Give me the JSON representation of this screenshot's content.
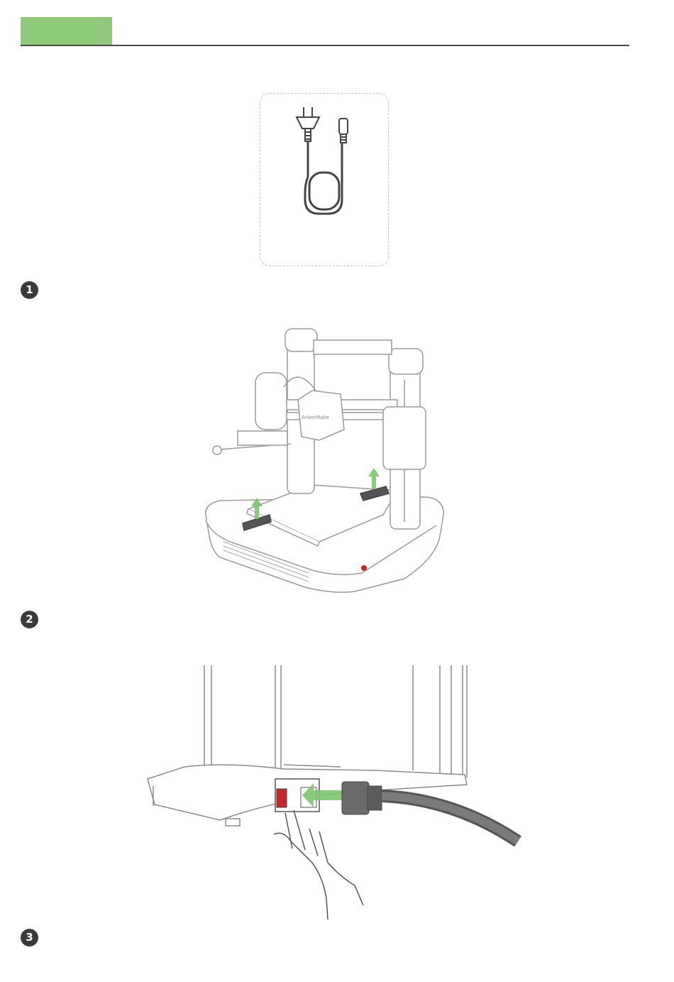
{
  "header": {
    "accent_color": "#8fc97a",
    "rule_color": "#4a4a4a"
  },
  "accessory": {
    "icon": "power-cord-icon"
  },
  "steps": [
    {
      "number": "1",
      "illustration": "printer-lift-fixing-pads"
    },
    {
      "number": "2",
      "illustration": "plug-power-cord-and-switch-on"
    },
    {
      "number": "3"
    }
  ],
  "printer_brand": "AnkerMake",
  "colors": {
    "line": "#8a8a8a",
    "dark": "#4a4a4a",
    "arrow": "#7fc46e",
    "switch": "#c8282d",
    "badge": "#3a3a3a"
  }
}
